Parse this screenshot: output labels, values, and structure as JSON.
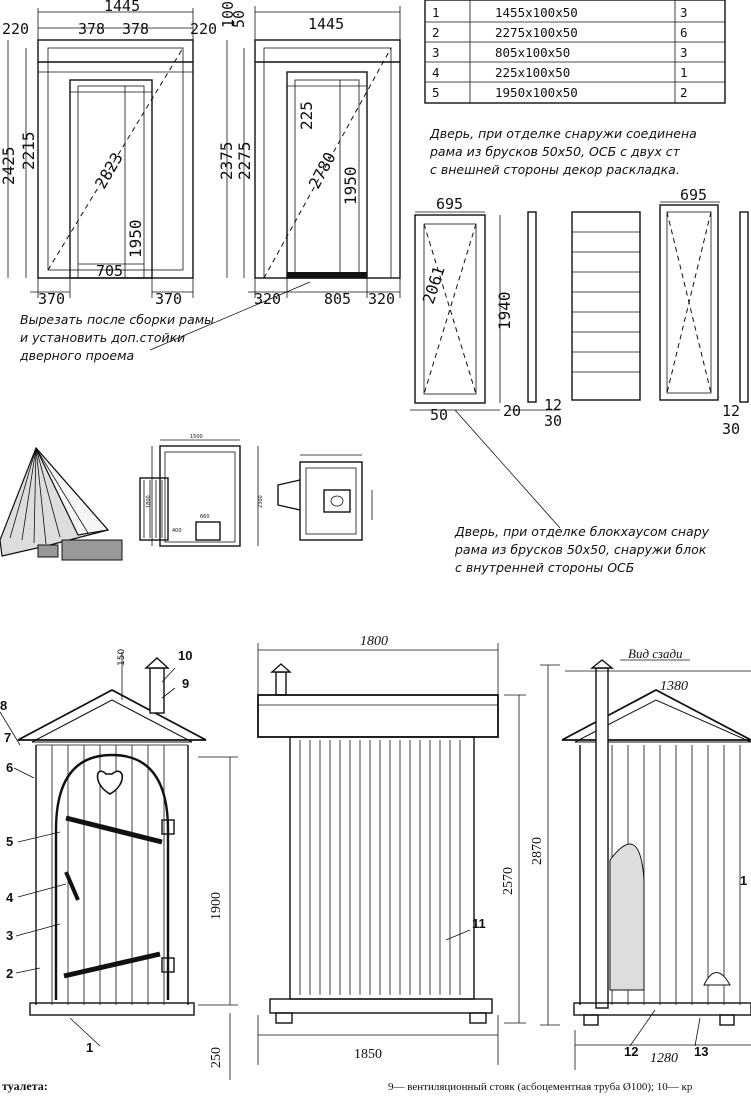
{
  "frame_left": {
    "top_width": "1445",
    "sub_widths": [
      "220",
      "378",
      "378",
      "220"
    ],
    "heights": [
      "2425",
      "2215"
    ],
    "diagonal": "2823",
    "inner_height": "1950",
    "inner_width": "705",
    "bottom_widths": [
      "370",
      "370"
    ]
  },
  "frame_middle": {
    "top_width": "1445",
    "top_small": [
      "100",
      "50"
    ],
    "heights": [
      "2375",
      "2275"
    ],
    "inner_top": "225",
    "diagonal": "2780",
    "inner_height": "1950",
    "bottom_widths": [
      "320",
      "805",
      "320"
    ]
  },
  "note_frame": [
    "Вырезать после сборки рамы",
    "и установить доп.стойки",
    "дверного проема"
  ],
  "table": {
    "rows": [
      {
        "num": "1",
        "size": "1455х100х50",
        "qty": "3"
      },
      {
        "num": "2",
        "size": "2275х100х50",
        "qty": "6"
      },
      {
        "num": "3",
        "size": "805х100х50",
        "qty": "3"
      },
      {
        "num": "4",
        "size": "225х100х50",
        "qty": "1"
      },
      {
        "num": "5",
        "size": "1950х100х50",
        "qty": "2"
      }
    ]
  },
  "note_door_osb": [
    "Дверь, при отделке снаружи соединена",
    "рама из брусков 50х50, ОСБ с двух ст",
    "с внешней стороны декор раскладка."
  ],
  "door": {
    "width": "695",
    "diagonal": "2061",
    "height": "1940",
    "bottom": "50",
    "side_a": "20",
    "side_b": "12",
    "side_c": "30",
    "right_width": "695",
    "right_side_a": "12",
    "right_side_b": "30"
  },
  "note_door_blockhouse": [
    "Дверь, при отделке блокхаусом снару",
    "рама из брусков 50х50, снаружи блок",
    "с внутренней стороны ОСБ"
  ],
  "small_plan": {
    "top": "1500",
    "left": "1800",
    "right": "2300",
    "inner_a": "400",
    "inner_b": "660"
  },
  "side_view": {
    "numbers": [
      "1",
      "2",
      "3",
      "4",
      "5",
      "6",
      "7",
      "8",
      "9",
      "10"
    ],
    "vent": "150",
    "height": "1900",
    "base": "250"
  },
  "front_view": {
    "top_width": "1800",
    "height": "2570",
    "bottom_width": "1850",
    "label_11": "11"
  },
  "rear_view": {
    "title": "Вид сзади",
    "top_width": "1380",
    "height": "2870",
    "bottom_width": "1280",
    "label_12": "12",
    "label_13": "13",
    "label_1": "1"
  },
  "caption": {
    "left": "туалета:",
    "right": "9— вентиляционный стояк (асбоцементная труба Ø100); 10— кр"
  }
}
